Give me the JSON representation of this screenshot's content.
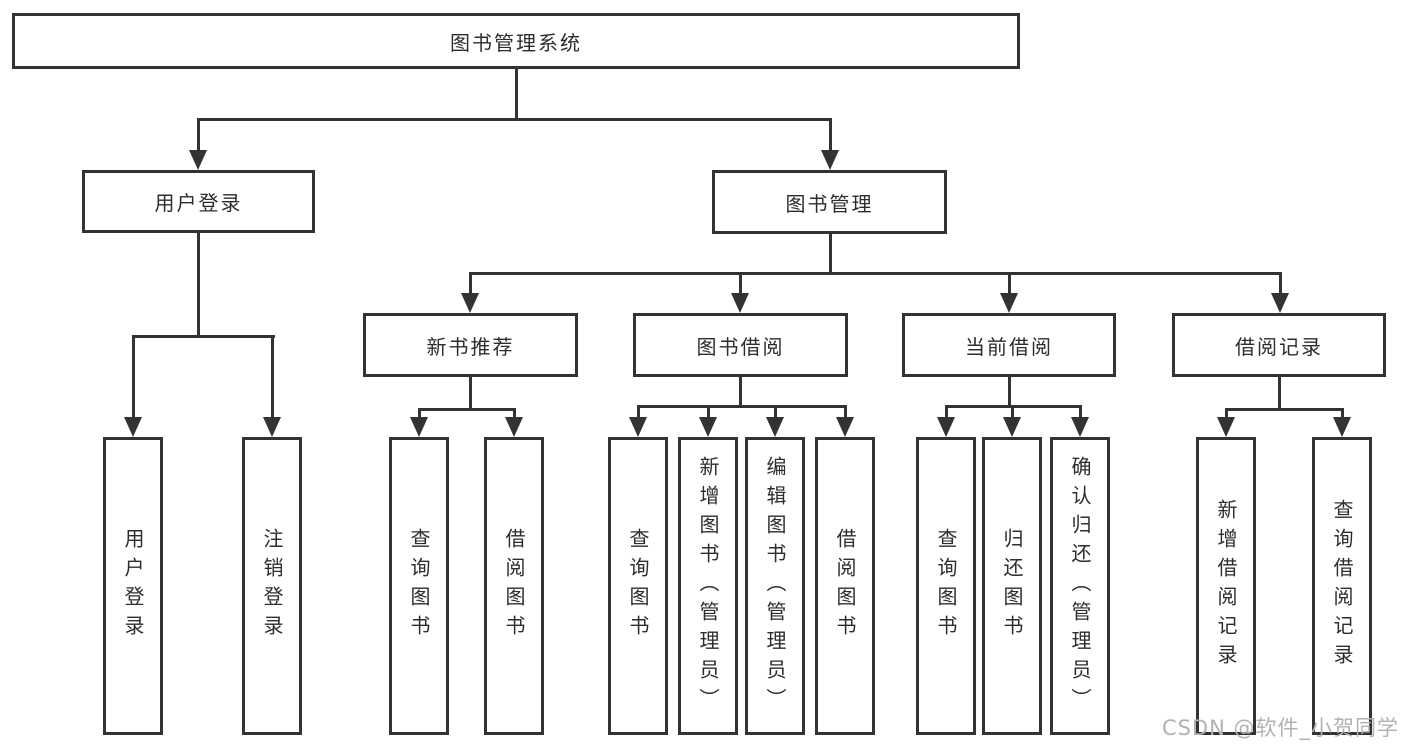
{
  "colors": {
    "line": "#333333",
    "box_border": "#333333",
    "text": "#2d2d2d",
    "background": "#ffffff",
    "watermark": "#b3b2b2"
  },
  "watermark": "CSDN @软件_小贺同学",
  "tree": {
    "root": {
      "label": "图书管理系统"
    },
    "branches": [
      {
        "label": "用户登录",
        "children": [
          {
            "label": "用户登录"
          },
          {
            "label": "注销登录"
          }
        ]
      },
      {
        "label": "图书管理",
        "children": [
          {
            "label": "新书推荐",
            "children": [
              {
                "label": "查询图书"
              },
              {
                "label": "借阅图书"
              }
            ]
          },
          {
            "label": "图书借阅",
            "children": [
              {
                "label": "查询图书"
              },
              {
                "label": "新增图书（管理员）"
              },
              {
                "label": "编辑图书（管理员）"
              },
              {
                "label": "借阅图书"
              }
            ]
          },
          {
            "label": "当前借阅",
            "children": [
              {
                "label": "查询图书"
              },
              {
                "label": "归还图书"
              },
              {
                "label": "确认归还（管理员）"
              }
            ]
          },
          {
            "label": "借阅记录",
            "children": [
              {
                "label": "新增借阅记录"
              },
              {
                "label": "查询借阅记录"
              }
            ]
          }
        ]
      }
    ]
  }
}
